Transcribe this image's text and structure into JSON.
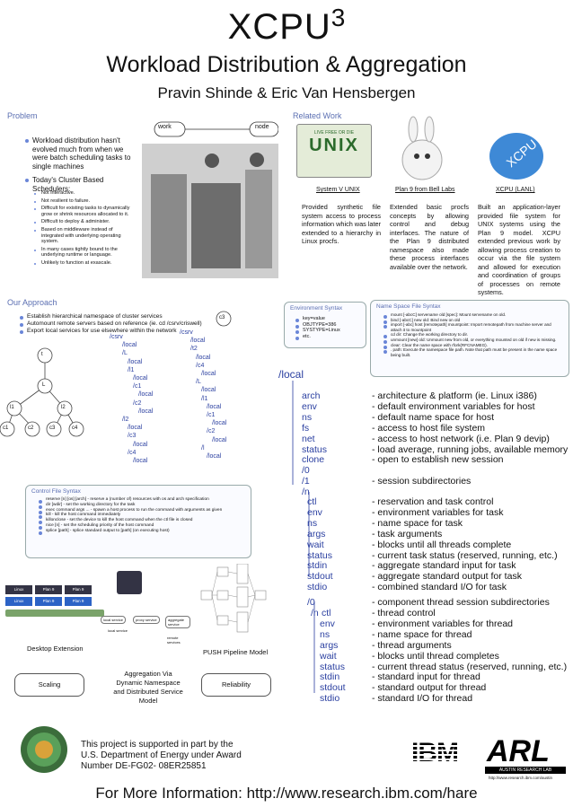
{
  "title": {
    "main": "XCPU",
    "sup": "3",
    "sub": "Workload Distribution & Aggregation",
    "authors": "Pravin Shinde & Eric Van Hensbergen"
  },
  "problem": {
    "heading": "Problem",
    "bullets": [
      "Workload distribution hasn't evolved much from when we were batch scheduling tasks to single machines",
      "Today's Cluster Based Schedulers:"
    ],
    "sub_bullets": [
      "Not interactive.",
      "Not resilient to failure.",
      "Difficult for existing tasks to dynamically grow or shrink resources allocated to it.",
      "Difficult to deploy & administer.",
      "Based on middleware instead of integrated with underlying operating system.",
      "In many cases tightly bound to the underlying runtime or language.",
      "Unlikely to function at exascale."
    ],
    "work_label": "work",
    "node_label": "node"
  },
  "related": {
    "heading": "Related Work",
    "unix_banner": "LIVE FREE OR DIE",
    "unix_word": "UNIX",
    "cols": [
      {
        "title": "System V UNIX",
        "text": "Provided synthetic file system access to process information which was later extended to a hierarchy in Linux procfs."
      },
      {
        "title": "Plan 9 from Bell Labs",
        "text": "Extended basic procfs concepts by allowing control and debug interfaces. The nature of the Plan 9 distributed namespace also made these process interfaces available over the network."
      },
      {
        "title": "XCPU (LANL)",
        "text": "Built an application-layer provided file system for UNIX systems using the Plan 9 model. XCPU extended previous work by allowing process creation to occur via the file system and allowed for execution and coordination of groups of processes on remote systems."
      }
    ]
  },
  "approach": {
    "heading": "Our Approach",
    "bullets": [
      "Establish hierarchical namespace of cluster services",
      "Automount remote servers based on reference (ie. cd /csrv/criswell)",
      "Export local services for use elsewhere within the network"
    ],
    "nodes": [
      "t",
      "L",
      "l1",
      "l2",
      "c1",
      "c2",
      "c3",
      "c4",
      "c3"
    ],
    "tree_left": [
      "/csrv",
      "/local",
      "/L",
      "/local",
      "/l1",
      "/local",
      "/c1",
      "/local",
      "/c2",
      "/local",
      "/l2",
      "/local",
      "/c3",
      "/local",
      "/c4",
      "/local"
    ],
    "tree_right": [
      "/csrv",
      "/local",
      "/t2",
      "/local",
      "/c4",
      "/local",
      "/L",
      "/local",
      "/l1",
      "/local",
      "/c1",
      "/local",
      "/c2",
      "/local",
      "/l",
      "/local"
    ]
  },
  "env_box": {
    "title": "Environment Syntax",
    "items": [
      "key=value",
      "OBJTYPE=386",
      "SYSTYPE=Linux",
      "etc."
    ]
  },
  "ns_box": {
    "title": "Name Space File Syntax",
    "items": [
      "mount [-abcC] servename old [spec]: Mount servename on old.",
      "bind [-abcC] new old: Bind new on old",
      "import [-abc] host [remotepath] mountpoint: Import remotepath from machine server and attach it to mountpoint",
      "cd dir: Change the working directory to dir.",
      "unmount [new] old: Unmount new from old, or everything mounted on old if new is missing.",
      "clear: Clear the name space with rfork(RFCNAMEG).",
      ". path: Execute the namespace file path. Note that path must be present in the name space being built."
    ]
  },
  "ctl_box": {
    "title": "Control File Syntax",
    "items": [
      "reserve [n] [os] [arch] - reserve a (number of) resources with os and arch specification",
      "dir [wdir] - set the working directory for the task",
      "exec command args ... - spawn a host process to run the command with arguments as given",
      "kill - kill the host command immediately",
      "killonclose - set the device to kill the host command when the ctl file is closed",
      "nice [n] - set the scheduling priority of the host command",
      "splice [path] - splice standard output to [path] (on executing host)"
    ]
  },
  "fs": {
    "root": "/local",
    "level1": [
      "arch",
      "env",
      "ns",
      "fs",
      "net",
      "status",
      "clone",
      "/0",
      "/1",
      "/n"
    ],
    "level1_desc": [
      "- architecture & platform (ie. Linux i386)",
      "- default environment variables for host",
      "- default name space for host",
      "- access to host file system",
      "- access to host network (i.e. Plan 9 devip)",
      "- load average, running jobs, available memory",
      "- open to establish new session",
      "- session subdirectories"
    ],
    "level2": [
      "ctl",
      "env",
      "ns",
      "args",
      "wait",
      "status",
      "stdin",
      "stdout",
      "stdio",
      "/0",
      "/n"
    ],
    "level2_desc": [
      "- reservation and task control",
      "- environment variables for task",
      "- name space for task",
      "- task arguments",
      "- blocks until all threads complete",
      "- current task status (reserved, running, etc.)",
      "- aggregate standard input for task",
      "- aggregate standard output for task",
      "- combined standard I/O for task",
      "- component thread session subdirectories"
    ],
    "level3": [
      "ctl",
      "env",
      "ns",
      "args",
      "wait",
      "status",
      "stdin",
      "stdout",
      "stdio"
    ],
    "level3_desc": [
      "- thread control",
      "- environment variables for thread",
      "- name space for thread",
      "- thread arguments",
      "- blocks until thread completes",
      "- current thread status (reserved, running, etc.)",
      "- standard input for thread",
      "- standard output for thread",
      "- standard I/O for thread"
    ]
  },
  "bottom": {
    "desktop": "Desktop Extension",
    "push": "PUSH Pipeline Model",
    "scaling": "Scaling",
    "aggregation": "Aggregation Via Dynamic Namespace and Distributed Service Model",
    "reliability": "Reliability",
    "dt_labels": [
      "Linux",
      "Plan 9",
      "Plan 9",
      "Linux",
      "Plan 9",
      "Plan 9"
    ],
    "svc_labels": [
      "local service",
      "proxy service",
      "aggregate service",
      "local service",
      "remote services"
    ]
  },
  "footer": {
    "support": "This project is supported in part by the U.S. Department of Energy under Award Number DE-FG02- 08ER25851",
    "arl": "AUSTIN RESEARCH LAB",
    "arl_url": "http://www.research.ibm.com/austin",
    "ibm": "IBM",
    "more": "For More Information: http://www.research.ibm.com/hare"
  },
  "colors": {
    "accent": "#5b6fb2",
    "tree": "#2a3fa0",
    "bullet": "#6a86d8"
  }
}
